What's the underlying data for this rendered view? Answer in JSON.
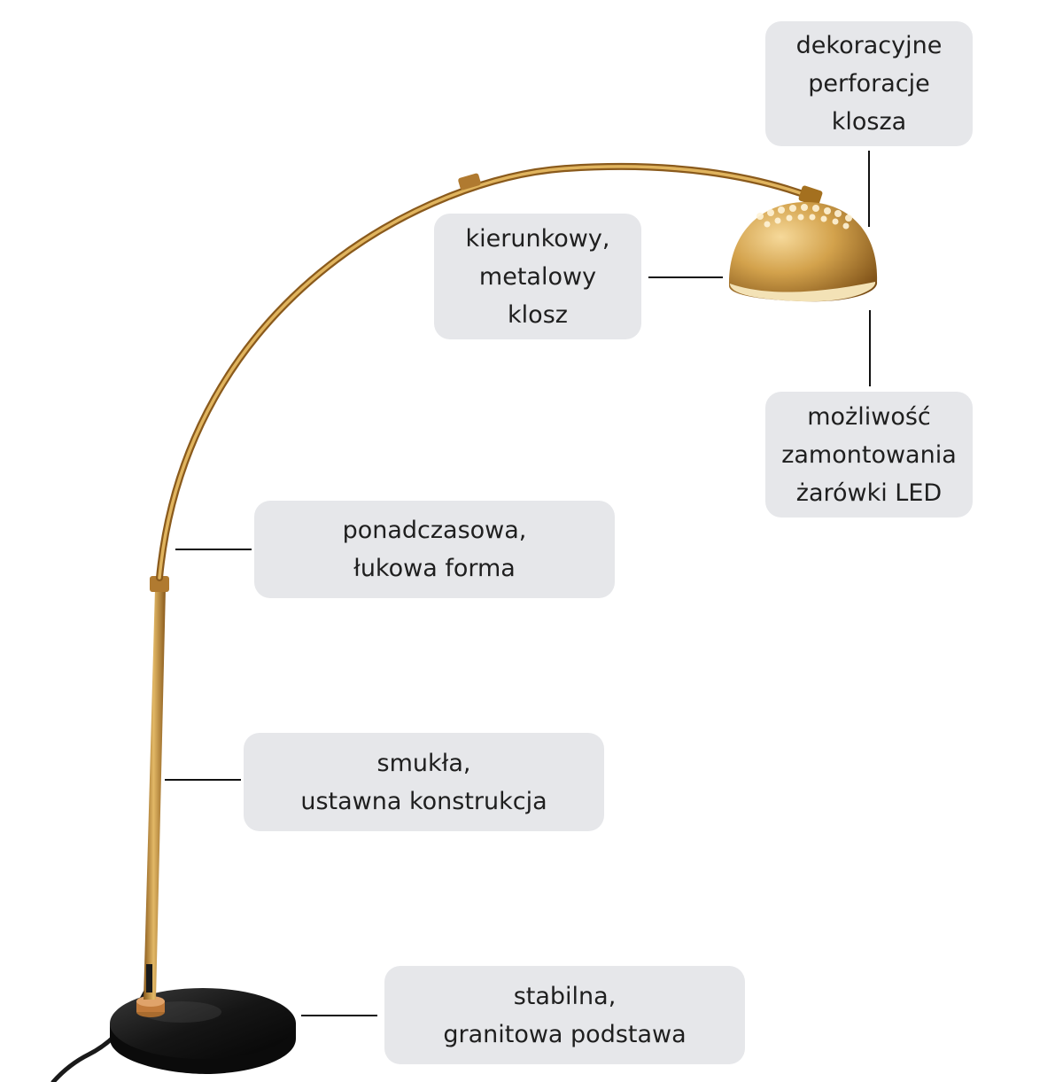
{
  "callouts": {
    "perforations": "dekoracyjne\nperforacje\nklosza",
    "shade": "kierunkowy,\nmetalowy\nklosz",
    "led": "możliwość\nzamontowania\nżarówki LED",
    "arc": "ponadczasowa,\nłukowa forma",
    "construction": "smukła,\nustawna konstrukcja",
    "base": "stabilna,\ngranitowa podstawa"
  },
  "colors": {
    "callout_bg": "#e6e7ea",
    "text": "#1f1f1f",
    "leader": "#111111",
    "gold": "#c9973f",
    "base": "#141414"
  }
}
